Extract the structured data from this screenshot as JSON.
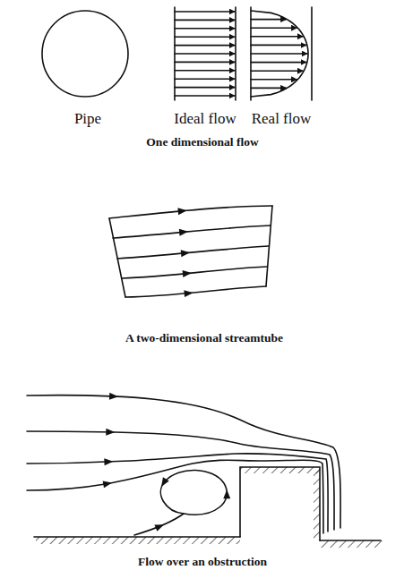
{
  "diagram": {
    "labels": [
      "Pipe",
      "Ideal flow",
      "Real flow",
      "One dimensional flow",
      "A two-dimensional streamtube",
      "Flow over an obstruction"
    ]
  }
}
